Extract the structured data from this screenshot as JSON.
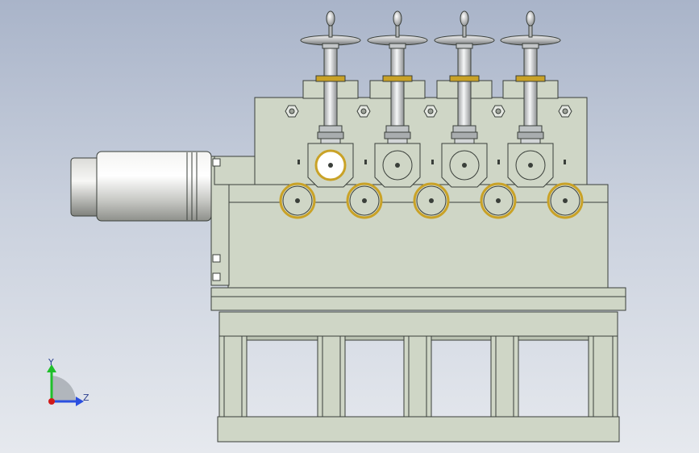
{
  "view": {
    "axes": {
      "y_label": "Y",
      "z_label": "Z"
    },
    "colors": {
      "body": "#cfd6c6",
      "body_dark": "#b9c1b1",
      "edge": "#3a3f3a",
      "brass": "#c9a227",
      "chrome": "#d6d9dc",
      "motor": "#d9dad6",
      "axis_y": "#1fbf2a",
      "axis_z": "#2b4fe0",
      "axis_origin": "#d11a1a"
    },
    "assembly": {
      "adjuster_units": 4,
      "lower_rollers": 5
    }
  }
}
